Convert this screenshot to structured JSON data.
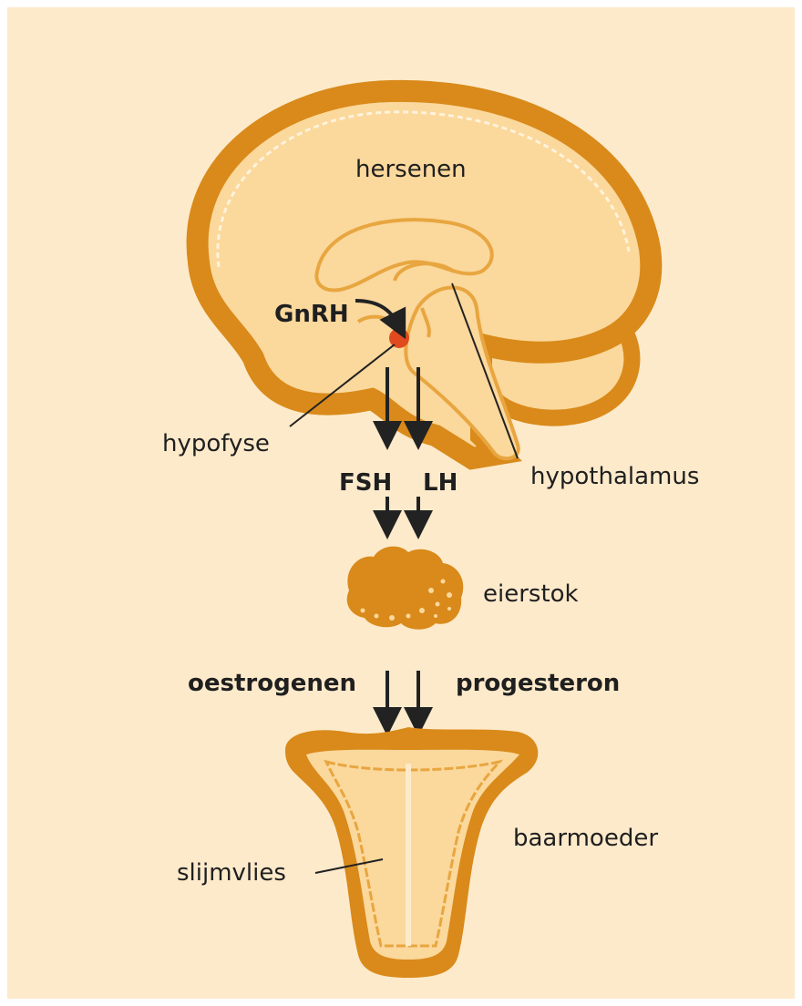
{
  "colors": {
    "background": "#fdeacb",
    "outer_orange": "#d98a1a",
    "fill_light": "#fbd89c",
    "inner_line": "#e8a640",
    "hypofyse_red": "#e04a1e",
    "arrow": "#222222"
  },
  "labels": {
    "hersenen": "hersenen",
    "gnrh": "GnRH",
    "hypofyse": "hypofyse",
    "hypothalamus": "hypothalamus",
    "fsh": "FSH",
    "lh": "LH",
    "eierstok": "eierstok",
    "oestrogenen": "oestrogenen",
    "progesteron": "progesteron",
    "baarmoeder": "baarmoeder",
    "slijmvlies": "slijmvlies"
  }
}
